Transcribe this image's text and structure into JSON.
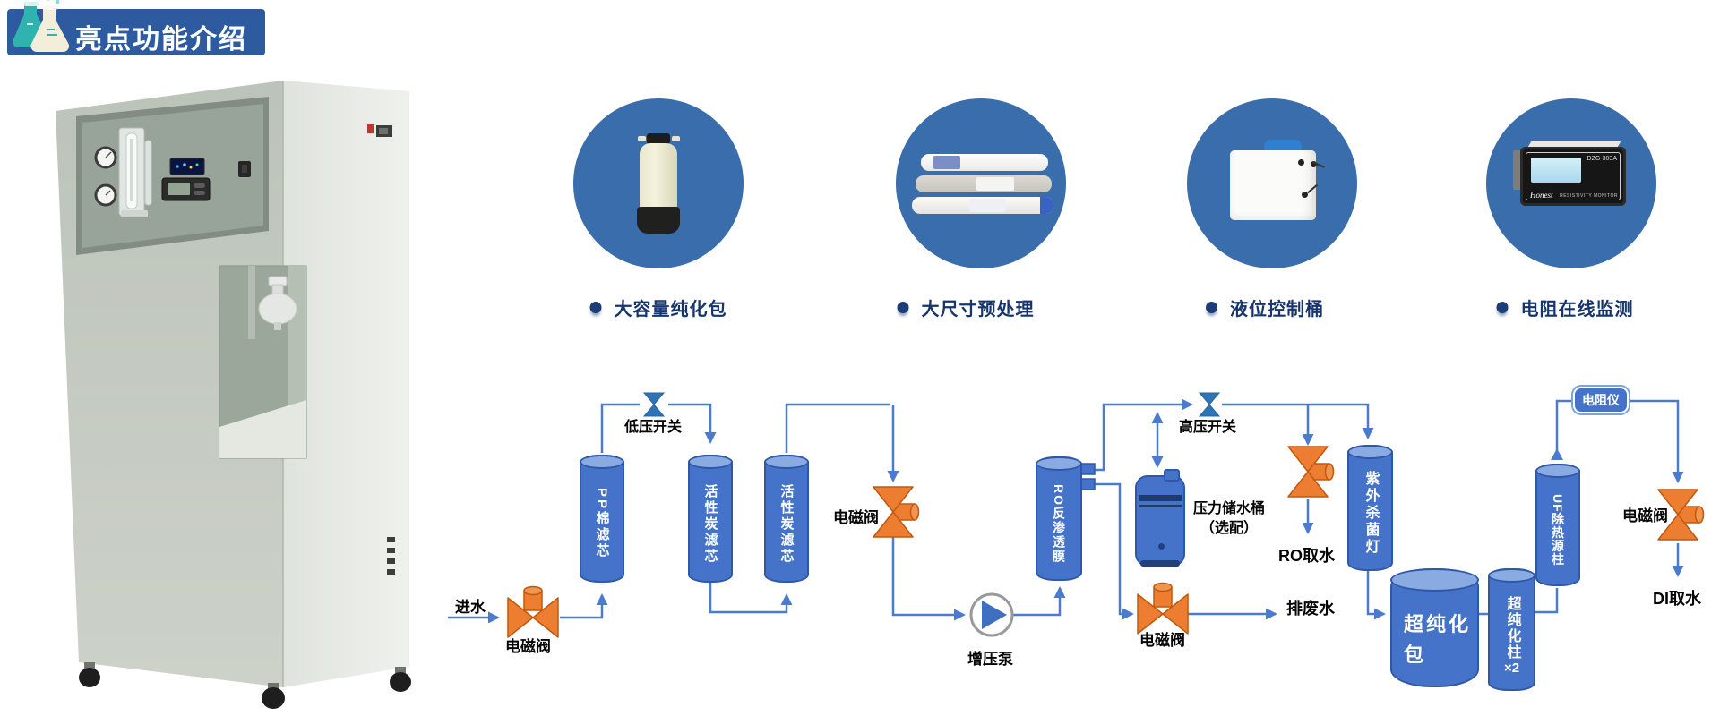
{
  "header": {
    "title": "亮点功能介绍"
  },
  "features": {
    "items": [
      {
        "label": "大容量纯化包"
      },
      {
        "label": "大尺寸预处理"
      },
      {
        "label": "液位控制桶"
      },
      {
        "label": "电阻在线监测"
      }
    ]
  },
  "monitor": {
    "model": "DZG-303A",
    "brand": "Honest",
    "caption": "RESISTIVITY MONITOR"
  },
  "diagram": {
    "labels": {
      "inlet": "进水",
      "solenoid_valve_inlet": "电磁阀",
      "low_pressure_switch": "低压开关",
      "solenoid_valve_mid": "电磁阀",
      "booster_pump": "增压泵",
      "high_pressure_switch": "高压开关",
      "pressure_tank_line1": "压力储水桶",
      "pressure_tank_line2": "（选配）",
      "ro_water_outlet": "RO取水",
      "solenoid_valve_waste": "电磁阀",
      "waste_water": "排废水",
      "resistivity_meter": "电阻仪",
      "solenoid_valve_di": "电磁阀",
      "di_water_outlet": "DI取水"
    },
    "vessels": {
      "pp_filter": "PP棉滤芯",
      "carbon_filter_1": "活性炭滤芯",
      "carbon_filter_2": "活性炭滤芯",
      "ro_membrane": "RO反渗透膜",
      "uv_lamp": "紫外杀菌灯",
      "pack_line1": "超纯化",
      "pack_line2": "包",
      "polish_column": "超纯化柱",
      "polish_column_count": "×2",
      "pyrogen_column": "UF除热源柱"
    }
  },
  "colors": {
    "badge_blue": "#2e5ba0",
    "circle_blue": "#3a6dab",
    "label_navy": "#16356d",
    "pipe_blue": "#4a7bd0",
    "vessel_blue": "#4573c9",
    "valve_orange": "#ed7d31",
    "switch_blue": "#2e74b5"
  }
}
